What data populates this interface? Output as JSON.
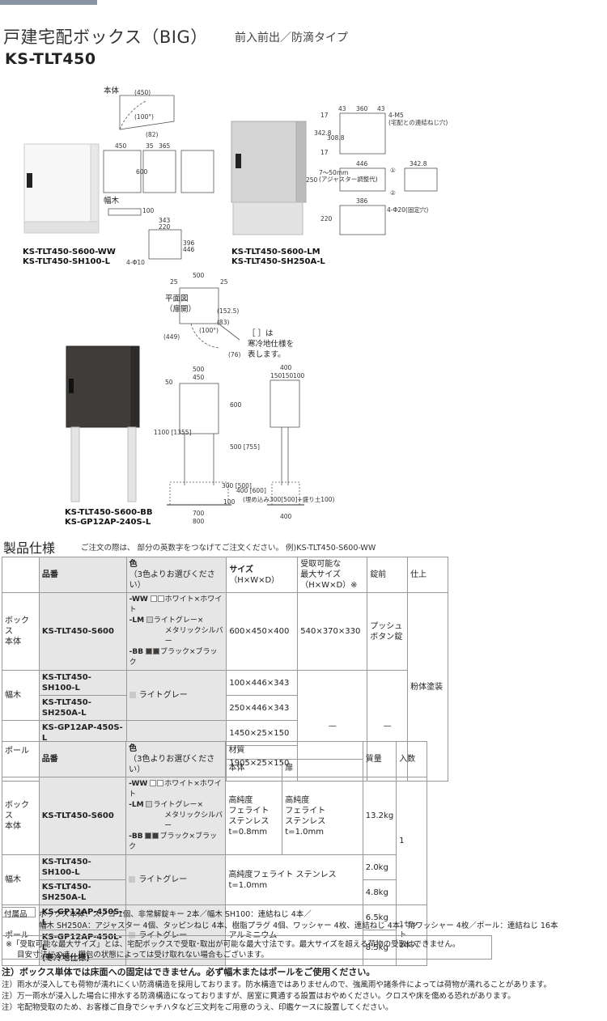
{
  "header": {
    "title": "戸建宅配ボックス（BIG）",
    "subtitle": "前入前出／防滴タイプ",
    "model": "KS-TLT450"
  },
  "figure": {
    "body_label": "本体",
    "baseboard_label": "幅木",
    "plan_label": "平面図",
    "plan_sub": "（扉開）",
    "cold_note_1": "［ ］は",
    "cold_note_2": "寒冷地仕様を",
    "cold_note_3": "表します。",
    "caption_a_1": "KS-TLT450-S600-WW",
    "caption_a_2": "KS-TLT450-SH100-L",
    "caption_b_1": "KS-TLT450-S600-LM",
    "caption_b_2": "KS-TLT450-SH250A-L",
    "caption_c_1": "KS-TLT450-S600-BB",
    "caption_c_2": "KS-GP12AP-240S-L",
    "dims": {
      "d450t": "(450)",
      "d100": "(100°)",
      "d450": "450",
      "d35": "35",
      "d365": "365",
      "d600": "600",
      "d82": "(82)",
      "d343": "343",
      "d220": "220",
      "d396": "396",
      "d446": "446",
      "d100b": "100",
      "dphi": "4-Φ10",
      "r43": "43",
      "r360": "360",
      "r43b": "43",
      "r17": "17",
      "r342": "342.8",
      "r308": "308.8",
      "r17b": "17",
      "r4m5": "4-M5",
      "r4m5n": "(宅配との連結ねじ穴)",
      "r446": "446",
      "r342b": "342.8",
      "r250": "250",
      "radj": "7～50mm",
      "radj2": "(アジャスター調整代)",
      "rc1": "①",
      "rc2": "②",
      "r386": "386",
      "r220": "220",
      "rphi": "4-Φ20(固定穴)",
      "p25": "25",
      "p500": "500",
      "p25b": "25",
      "p152": "(152.5)",
      "p83": "(83)",
      "p100": "(100°)",
      "p449": "(449)",
      "p76": "(76)",
      "f500": "500",
      "f450": "450",
      "f50": "50",
      "f600": "600",
      "f1100": "1100 [1355]",
      "f500b": "500 [755]",
      "f300": "300 [500]",
      "f100": "100",
      "f400": "400 [600]",
      "fnote": "(埋め込み300[500]+盛り土100)",
      "f700": "700",
      "f800": "800",
      "s400": "400",
      "s150a": "150",
      "s150b": "150",
      "s100": "100",
      "s400b": "400"
    }
  },
  "spec": {
    "title": "製品仕様",
    "note": "ご注文の際は、  部分の英数字をつなげてご注文ください。 例)KS-TLT450-S600-WW",
    "table1": {
      "h_name": "品番",
      "h_color": "色",
      "h_color_sub": "（3色よりお選びください）",
      "h_size": "サイズ",
      "h_size_sub": "（H×W×D）",
      "h_max": "受取可能な",
      "h_max2": "最大サイズ",
      "h_max3": "（H×W×D）※",
      "h_lock": "錠前",
      "h_finish": "仕上",
      "box_cat": "ボックス",
      "box_cat2": "本体",
      "box_code": "KS-TLT450-S600",
      "c_ww": "-WW",
      "c_ww_name": "ホワイト×ホワイト",
      "c_lm": "-LM",
      "c_lm_name": "ライトグレー×",
      "c_lm_name2": "メタリックシルバー",
      "c_bb": "-BB",
      "c_bb_name": "ブラック×ブラック",
      "box_size": "600×450×400",
      "box_max": "540×370×330",
      "box_lock": "プッシュ",
      "box_lock2": "ボタン錠",
      "finish": "粉体塗装",
      "hb_cat": "幅木",
      "hb_code1": "KS-TLT450-SH100-L",
      "hb_code2": "KS-TLT450-SH250A-L",
      "hb_color": "ライトグレー",
      "hb_size1": "100×446×343",
      "hb_size2": "250×446×343",
      "dash1": "—",
      "dash2": "—",
      "pole_cat": "ポール",
      "pole_code1": "KS-GP12AP-450S-L",
      "pole_code2": "KS-GP12AP-450L-L",
      "pole_code2b": "(寒冷地仕様)",
      "pole_color": "ライトグレー",
      "pole_size1": "1450×25×150",
      "pole_size2": "1905×25×150"
    },
    "table2": {
      "h_material": "材質",
      "h_body": "本体",
      "h_door": "扉",
      "h_weight": "質量",
      "h_qty": "入数",
      "box_mat1": "高純度",
      "box_mat2": "フェライト",
      "box_mat3": "ステンレス",
      "box_t1": "t=0.8mm",
      "box_t2": "t=1.0mm",
      "box_weight": "13.2kg",
      "qty1": "1",
      "hb_mat": "高純度フェライト ステンレス t=1.0mm",
      "hb_w1": "2.0kg",
      "hb_w2": "4.8kg",
      "pole_mat": "アルミニウム",
      "pole_w1": "6.5kg",
      "pole_w2": "8.5kg",
      "qty2": "1セット",
      "qty2b": "2本入"
    }
  },
  "accessories": {
    "label": "付属品",
    "line1": "ボックス本体：スノコ 1個、非常解錠キー 2本／幅木 SH100：連結ねじ 4本／",
    "line2": "幅木 SH250A：アジャスター 4個、タッピンねじ 4本、樹脂プラグ 4個、ワッシャー 4枚、連結ねじ 4本、角ワッシャー 4枚／ポール：連結ねじ 16本"
  },
  "box_note": {
    "line1": "※「受取可能な最大サイズ」とは、宅配ボックスで受取･取出が可能な最大寸法です。最大サイズを超える荷物の受取はできません。",
    "line2": "目安寸法につき、梱包の状態によっては受け取れない場合もございます。"
  },
  "notes": [
    "注）ボックス単体では床面への固定はできません。必ず幅木またはポールをご使用ください。",
    "注）雨水が浸入しても荷物が濡れにくい防滴構造を採用しております。防水構造ではありませんので、強風雨や諸条件によっては荷物が濡れることがあります。",
    "注）万一雨水が浸入した場合に排水する防滴構造になっておりますが、居室に貫通する設置はおやめください。クロスや床を傷める恐れがあります。",
    "注）宅配物受取のため、お客様ご自身でシャチハタなど三文判をご用意のうえ、印鑑ケースに設置してください。"
  ],
  "colors": {
    "white": "#f4f4f4",
    "lightgray": "#c9c9c9",
    "silver": "#d8d8d8",
    "black": "#3f3c39",
    "header_gray": "#e6e6e6"
  }
}
